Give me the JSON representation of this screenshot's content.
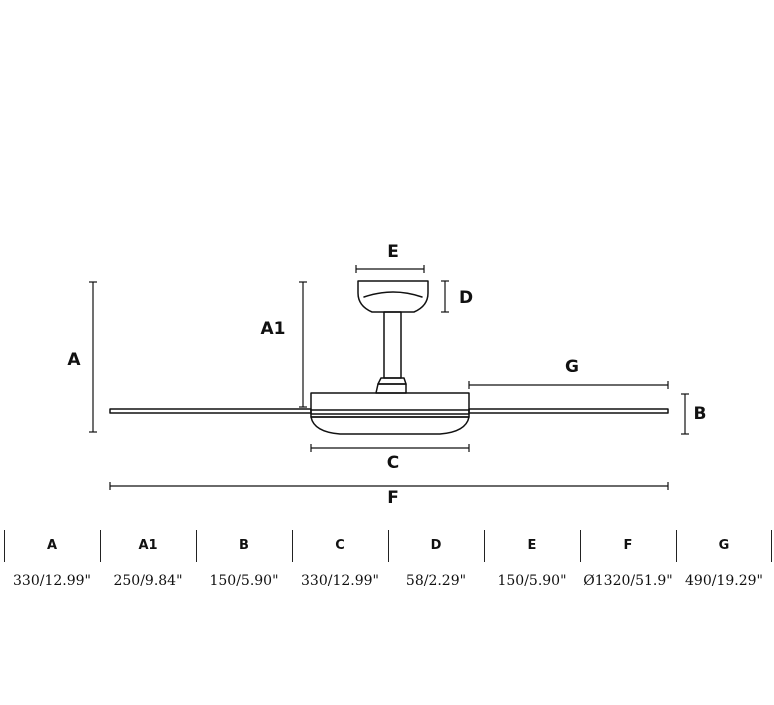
{
  "diagram": {
    "labels": {
      "A": "A",
      "A1": "A1",
      "B": "B",
      "C": "C",
      "D": "D",
      "E": "E",
      "F": "F",
      "G": "G"
    },
    "line_color": "#111111"
  },
  "table": {
    "columns": [
      {
        "key": "A",
        "value": "330/12.99\""
      },
      {
        "key": "A1",
        "value": "250/9.84\""
      },
      {
        "key": "B",
        "value": "150/5.90\""
      },
      {
        "key": "C",
        "value": "330/12.99\""
      },
      {
        "key": "D",
        "value": "58/2.29\""
      },
      {
        "key": "E",
        "value": "150/5.90\""
      },
      {
        "key": "F",
        "value": "Ø1320/51.9\""
      },
      {
        "key": "G",
        "value": "490/19.29\""
      }
    ]
  }
}
